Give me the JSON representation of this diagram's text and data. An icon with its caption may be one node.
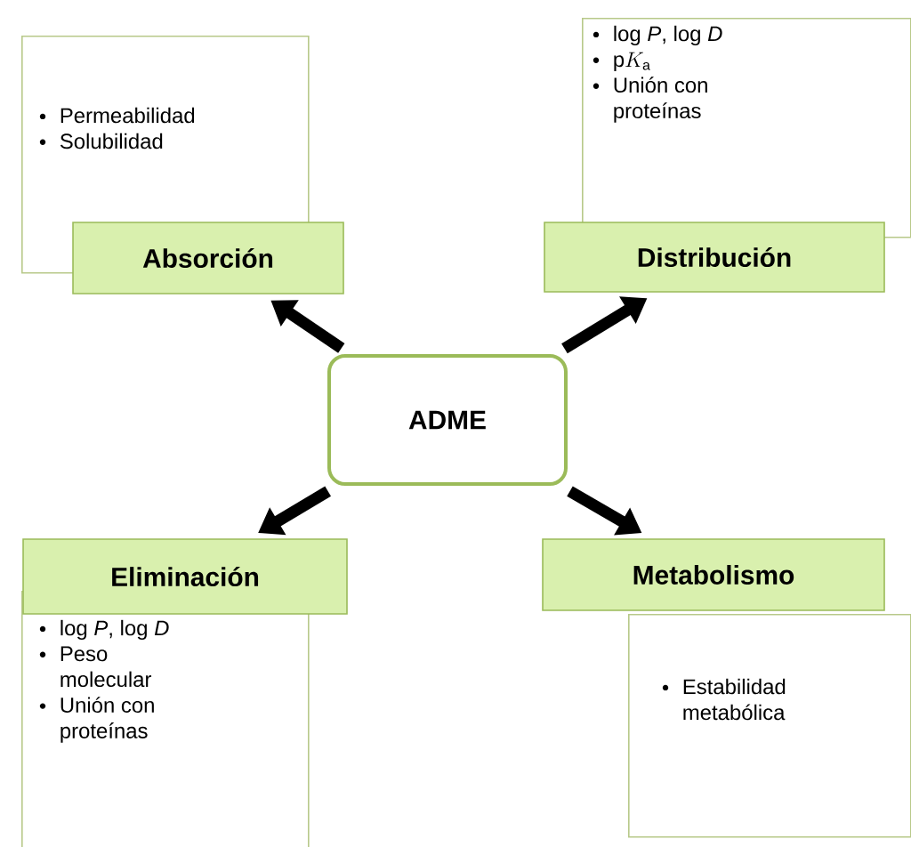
{
  "diagram": {
    "nodes": [
      {
        "text": [
          "Permeabilidad",
          "Solubilidad"
        ]
      },
      {
        "text": [
          "Absorción"
        ]
      },
      {
        "text": [
          "log *P*, log *D*",
          "\\mathrm{p}K_{\\mathrm{a}}",
          "Unión con proteínas"
        ]
      },
      {
        "text": [
          "Distribución"
        ]
      },
      {
        "text": [
          "ADME"
        ]
      },
      {
        "text": [
          "Eliminación"
        ]
      },
      {
        "text": [
          "log *P*, log *D*",
          "Peso molecular",
          "Unión con proteínas"
        ]
      },
      {
        "text": [
          "Metabolismo"
        ]
      },
      {
        "text": [
          "Estabilidad metabólica"
        ]
      }
    ],
    "edges": [
      {
        "from": 4,
        "to": 1,
        "arrow": "to"
      },
      {
        "from": 4,
        "to": 3,
        "arrow": "to"
      },
      {
        "from": 4,
        "to": 5,
        "arrow": "to"
      },
      {
        "from": 4,
        "to": 7,
        "arrow": "to"
      }
    ]
  }
}
